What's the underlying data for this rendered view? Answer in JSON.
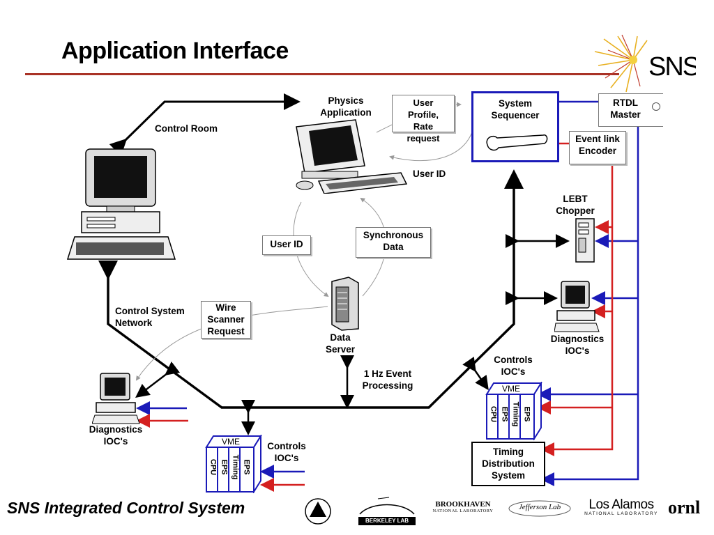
{
  "title": "Application Interface",
  "brand": "SNS",
  "footer": "SNS Integrated Control System",
  "labels": {
    "control_room": "Control Room",
    "physics_application": "Physics\nApplication",
    "user_profile_request": "User\nProfile,\nRate\nrequest",
    "system_sequencer": "System\nSequencer",
    "rtdl_master": "RTDL\nMaster",
    "event_link_encoder": "Event link\nEncoder",
    "user_id_top": "User ID",
    "lebt_chopper": "LEBT\nChopper",
    "user_id_box": "User ID",
    "synchronous_data": "Synchronous\nData",
    "control_system_network": "Control System\nNetwork",
    "wire_scanner_request": "Wire\nScanner\nRequest",
    "data_server": "Data\nServer",
    "event_processing": "1 Hz Event\nProcessing",
    "diagnostics_iocs_right": "Diagnostics\nIOC's",
    "controls_iocs_right": "Controls\nIOC's",
    "diagnostics_iocs_left": "Diagnostics\nIOC's",
    "controls_iocs_bottom": "Controls\nIOC's",
    "timing_distribution": "Timing\nDistribution\nSystem"
  },
  "vme": {
    "label": "VME",
    "cards": [
      "CPU",
      "EPS",
      "Timing",
      "EPS"
    ]
  },
  "logos": [
    "BERKELEY LAB",
    "BROOKHAVEN",
    "NATIONAL LABORATORY",
    "Jefferson Lab",
    "Los Alamos",
    "NATIONAL LABORATORY",
    "ornl"
  ],
  "colors": {
    "title_rule": "#a93226",
    "network_line": "#000000",
    "rtdl_line": "#1a1ab8",
    "event_link_line": "#d42020",
    "sequencer_border": "#1a1ab8",
    "vme_border": "#1a1ab8"
  }
}
